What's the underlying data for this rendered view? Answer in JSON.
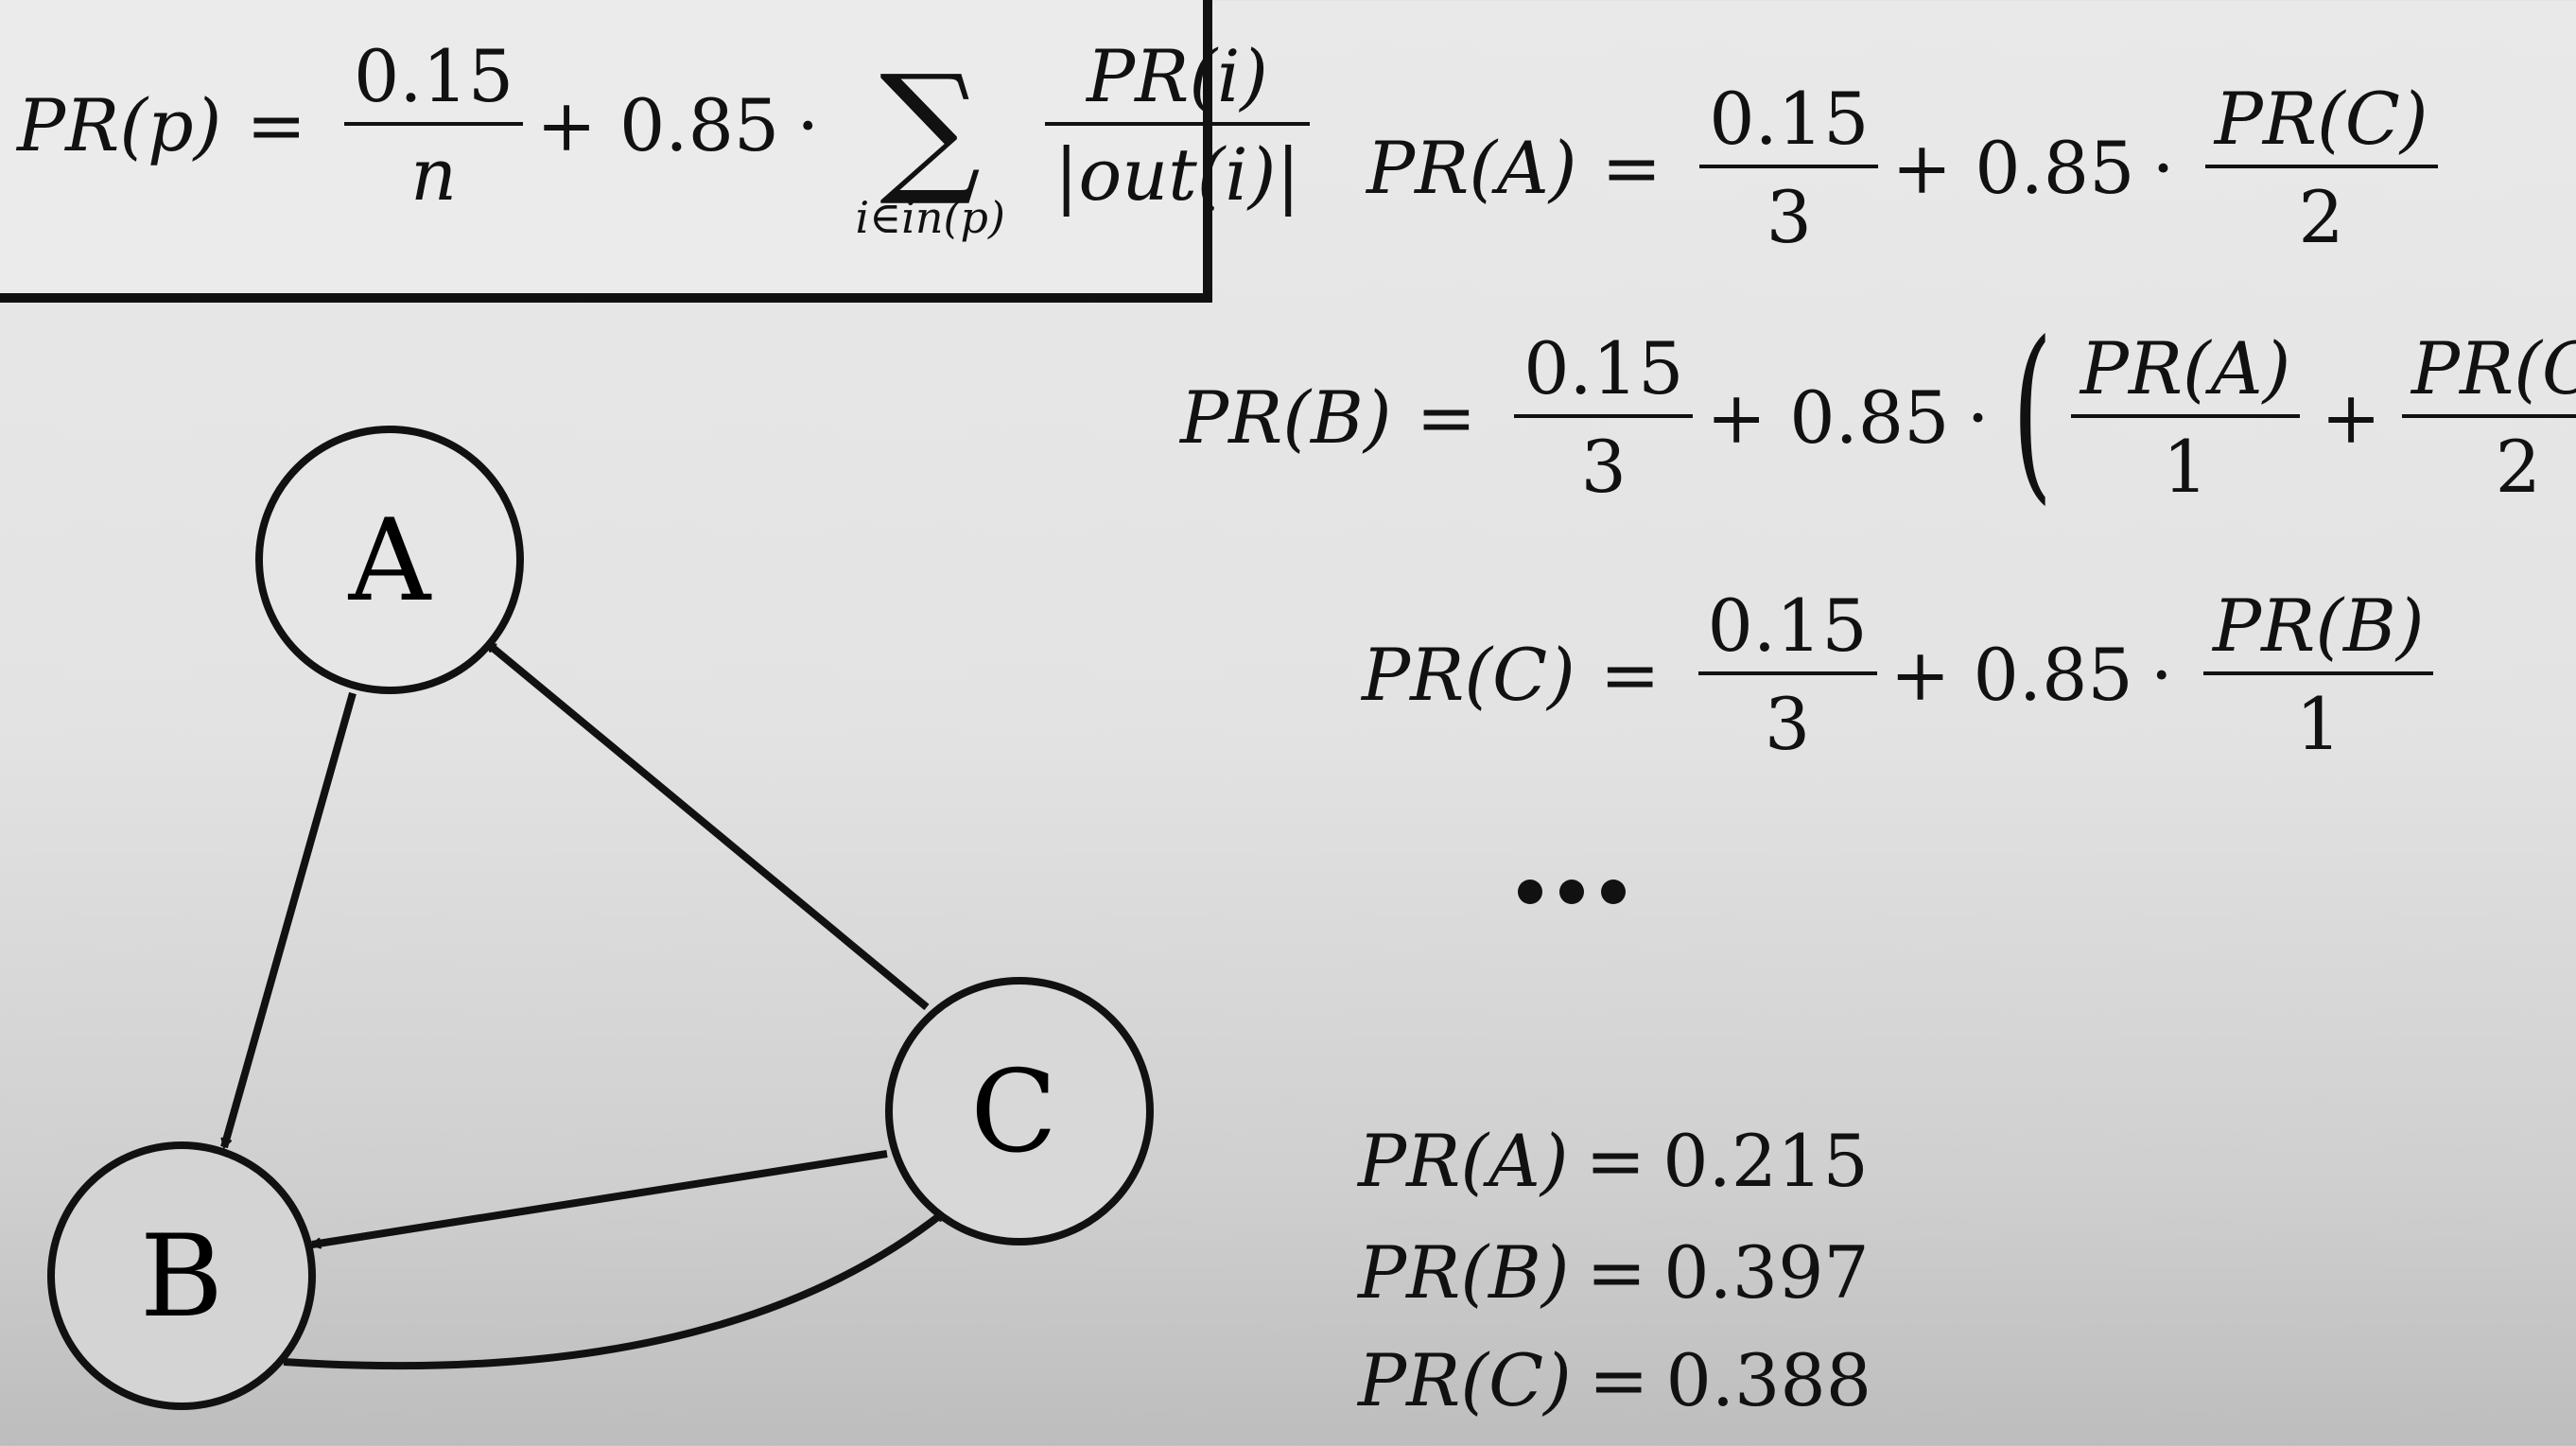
{
  "colors": {
    "ink": "#111111",
    "background": "#e6e6e6"
  },
  "general_formula": {
    "lhs": "PR(p)",
    "eq": "=",
    "frac1_num": "0.15",
    "frac1_den": "n",
    "plus_term": "+ 0.85",
    "dot": "·",
    "sigma": "∑",
    "sum_sub": "i∈in(p)",
    "frac2_num": "PR(i)",
    "frac2_den": "|out(i)|"
  },
  "equations": {
    "a": {
      "lhs": "PR(A)",
      "eq": "=",
      "f1_num": "0.15",
      "f1_den": "3",
      "plus": "+ 0.85",
      "dot": "·",
      "f2_num": "PR(C)",
      "f2_den": "2"
    },
    "b": {
      "lhs": "PR(B)",
      "eq": "=",
      "f1_num": "0.15",
      "f1_den": "3",
      "plus": "+ 0.85",
      "dot": "·",
      "lparen": "(",
      "f2_num": "PR(A)",
      "f2_den": "1",
      "inner_plus": "+",
      "f3_num": "PR(C)",
      "f3_den": "2",
      "rparen": ")"
    },
    "c": {
      "lhs": "PR(C)",
      "eq": "=",
      "f1_num": "0.15",
      "f1_den": "3",
      "plus": "+ 0.85",
      "dot": "·",
      "f2_num": "PR(B)",
      "f2_den": "1"
    }
  },
  "results": [
    {
      "lhs": "PR(A)",
      "eq": "=",
      "value": "0.215"
    },
    {
      "lhs": "PR(B)",
      "eq": "=",
      "value": "0.397"
    },
    {
      "lhs": "PR(C)",
      "eq": "=",
      "value": "0.388"
    }
  ],
  "graph": {
    "nodes": [
      "A",
      "B",
      "C"
    ]
  }
}
